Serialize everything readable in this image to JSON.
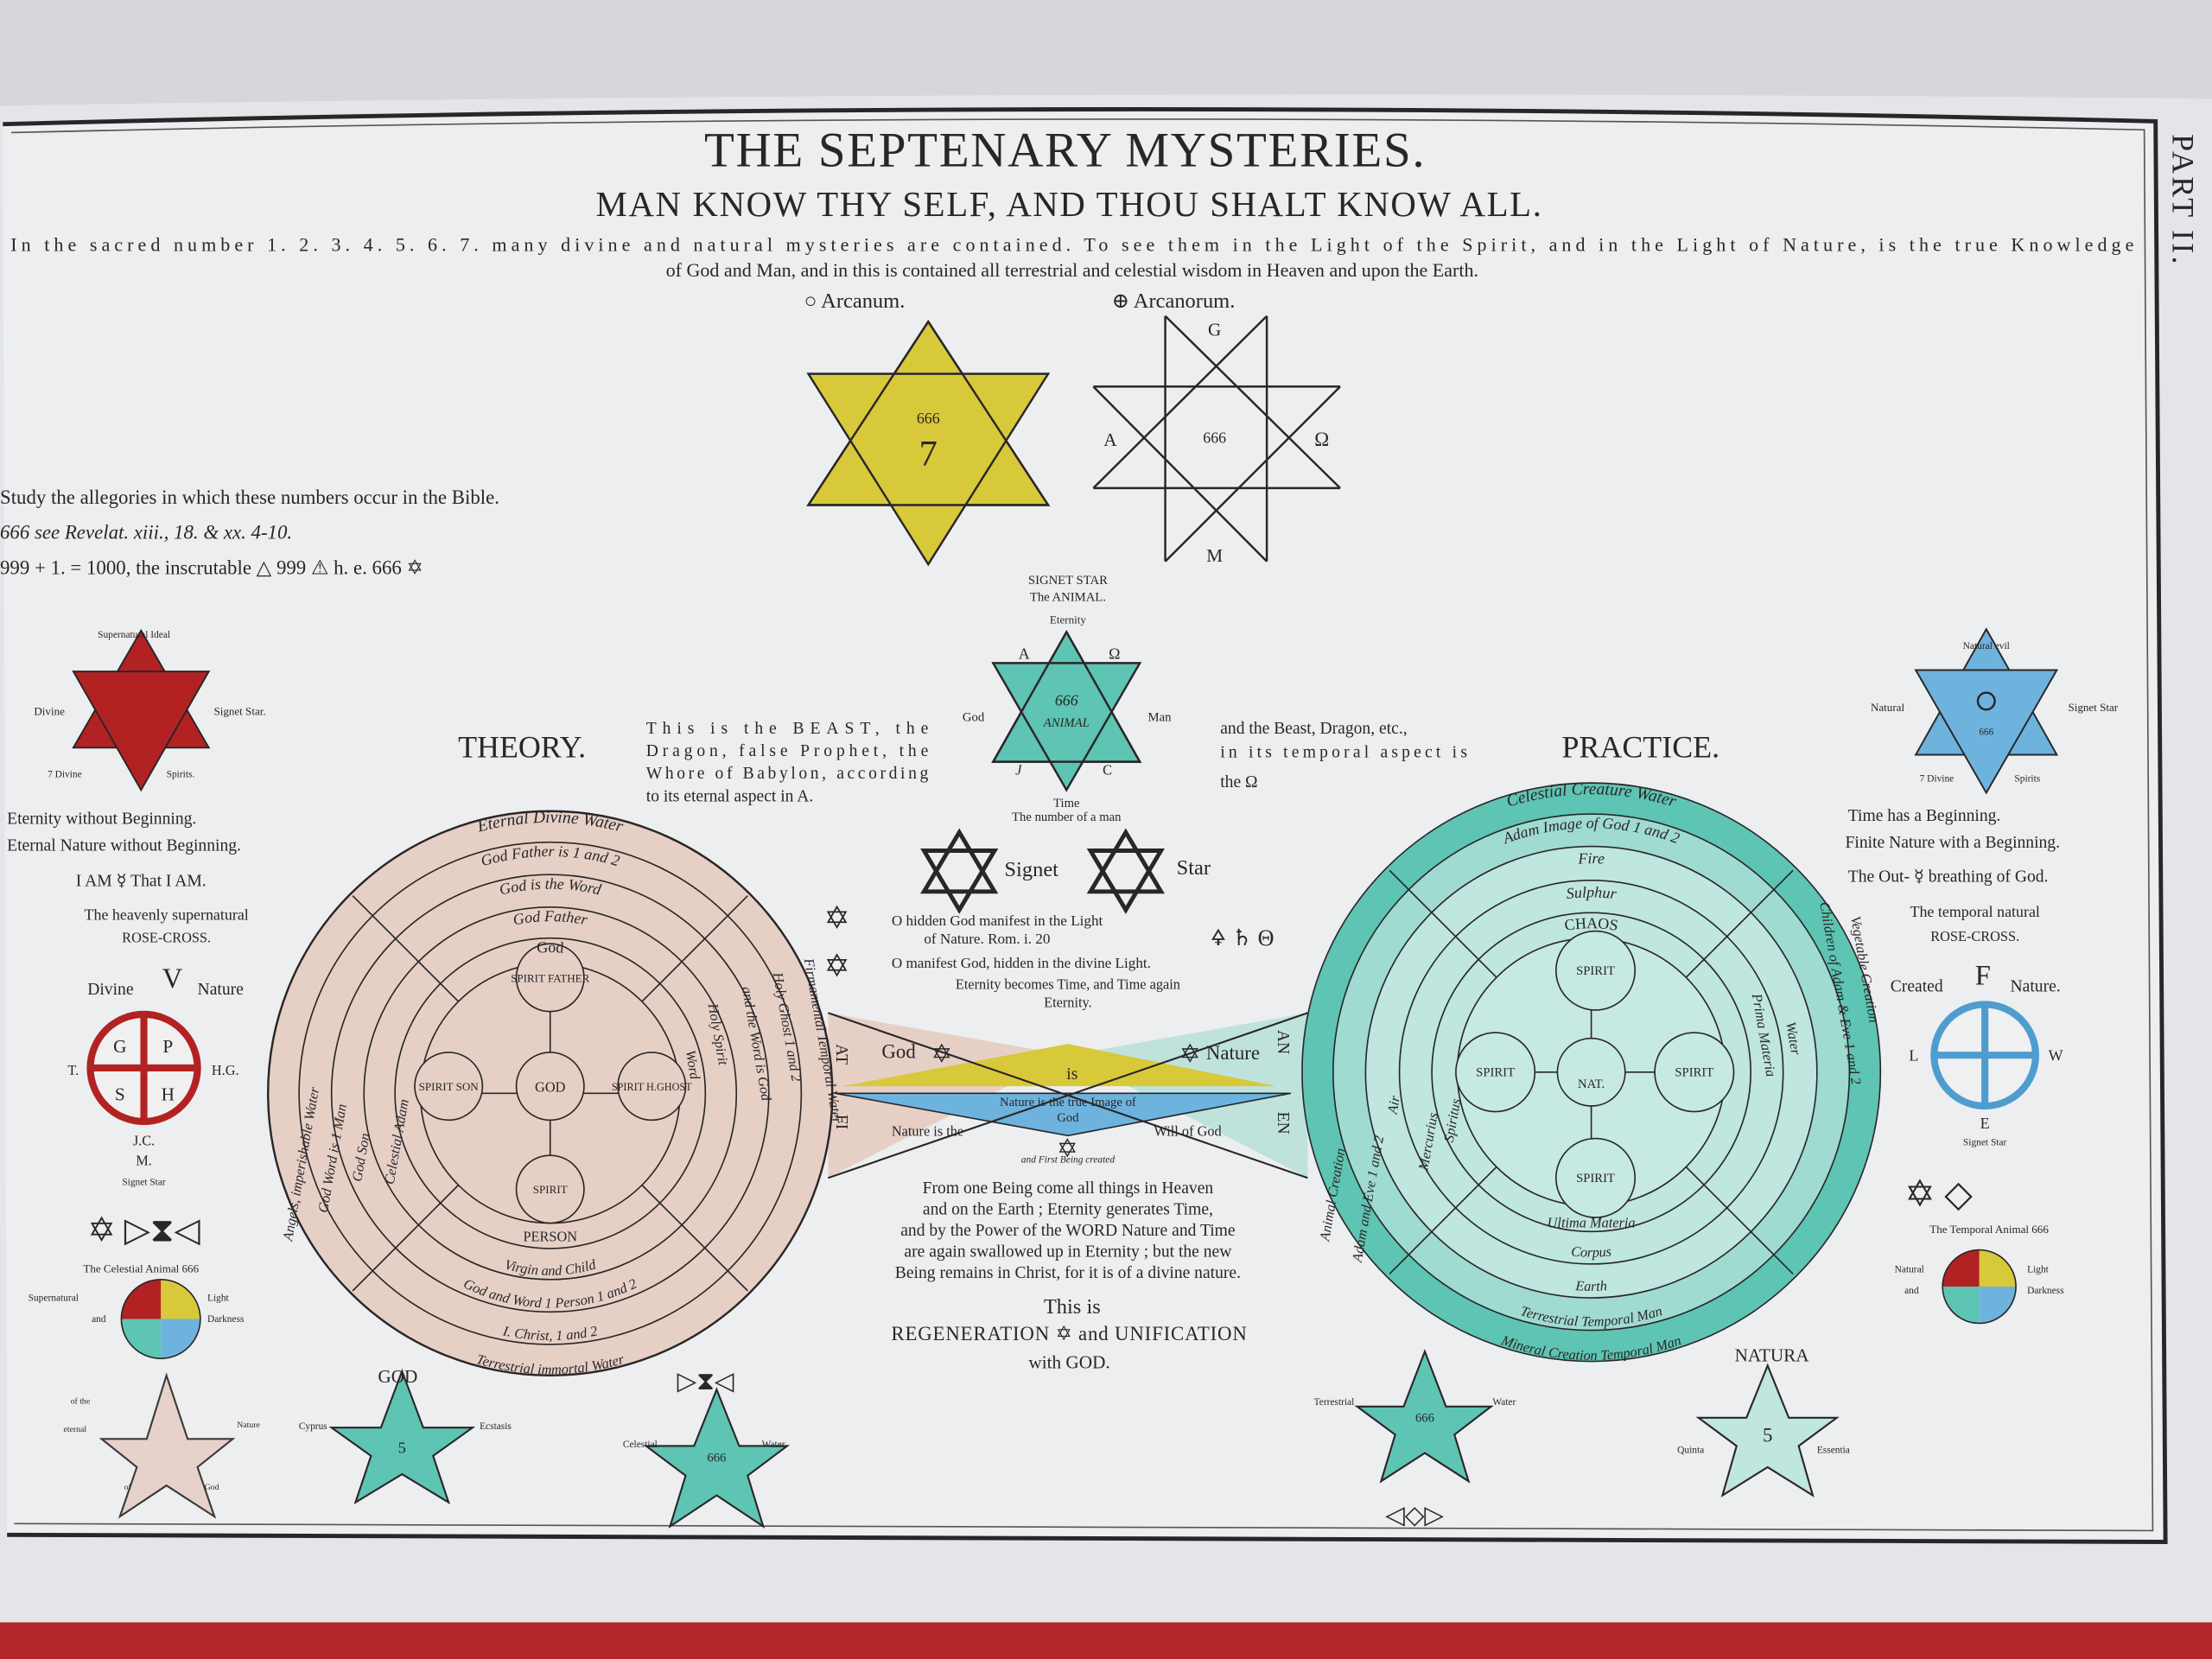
{
  "page": {
    "part_label": "PART II."
  },
  "header": {
    "title": "THE SEPTENARY MYSTERIES.",
    "subtitle": "MAN KNOW THY SELF, AND THOU SHALT KNOW ALL.",
    "intro_line1": "In the sacred number 1. 2. 3. 4. 5. 6. 7. many divine and natural mysteries are contained.  To see them in the Light of the Spirit, and in the Light of Nature, is the true Knowledge",
    "intro_line2": "of God and Man, and in this is contained all terrestrial and celestial wisdom in Heaven and upon the Earth."
  },
  "arcanum": {
    "label": "○ Arcanum.",
    "number": "666",
    "center": "7"
  },
  "arcanorum": {
    "label": "⊕ Arcanorum.",
    "top": "G",
    "left": "A",
    "right": "Ω",
    "bottom": "M",
    "center": "666"
  },
  "study": {
    "line1": "Study the allegories in which these numbers occur in the Bible.",
    "line2": "666 see Revelat. xiii., 18. & xx. 4-10.",
    "line3": "999 + 1. = 1000, the inscrutable △ 999 ⚠ h. e. 666 ✡"
  },
  "left_star": {
    "top": "Supernatural   Ideal",
    "left": "Divine",
    "right": "Signet Star.",
    "bottom_left": "7 Divine",
    "bottom_right": "Spirits.",
    "line1": "Eternity without Beginning.",
    "line2": "Eternal Nature without Beginning.",
    "line3": "I AM  ☿  That I AM.",
    "line4": "The heavenly supernatural",
    "line5": "ROSE-CROSS."
  },
  "signet_star": {
    "title": "SIGNET STAR",
    "subtitle": "The ANIMAL.",
    "top": "Eternity",
    "left": "God",
    "right": "Man",
    "bottom": "Time",
    "caption": "The number of a man",
    "center_number": "666",
    "center_word": "ANIMAL",
    "a": "A",
    "omega": "Ω",
    "j": "J",
    "c": "C"
  },
  "beast_text": {
    "line1": "This is the BEAST, the",
    "line2": "Dragon, false Prophet, the",
    "line3": "Whore of Babylon, according",
    "line4": "to its eternal aspect in A."
  },
  "dragon_text": {
    "line1": "and the Beast, Dragon, etc.,",
    "line2": "in its temporal aspect is",
    "line3": "the Ω"
  },
  "headings": {
    "theory": "THEORY.",
    "practice": "PRACTICE."
  },
  "right_star": {
    "top": "Natural   evil",
    "left": "Natural",
    "right": "Signet Star",
    "bottom_left": "7 Divine",
    "bottom_right": "Spirits",
    "center_number": "666",
    "line1": "Time has a Beginning.",
    "line2": "Finite Nature with a Beginning.",
    "line3": "The Out-  ☿  breathing of God.",
    "line4": "The temporal natural",
    "line5": "ROSE-CROSS."
  },
  "signet_pair": {
    "word1": "Signet",
    "word2": "Star"
  },
  "center_text": {
    "hidden_line1": "O hidden God manifest in the Light",
    "hidden_line2": "of Nature. Rom. i. 20",
    "manifest_line": "O manifest God, hidden in the divine Light.",
    "eternity_line1": "Eternity becomes Time, and Time again",
    "eternity_line2": "Eternity.",
    "symbols": "🜍 ♄ Θ"
  },
  "band": {
    "god": "God",
    "nature": "Nature",
    "is": "is",
    "image_line": "Nature is the true Image of",
    "image_god": "God",
    "nature_is_the": "Nature is the",
    "will_of_god": "Will of God",
    "first_being": "and First   Being created",
    "left_top": "AT",
    "left_bottom": "FI",
    "right_top": "AN",
    "right_bottom": "EN"
  },
  "from_text": {
    "line1": "From one Being come all things in Heaven",
    "line2": "and on the Earth ; Eternity generates Time,",
    "line3": "and by the Power of the WORD Nature and Time",
    "line4": "are again swallowed up in Eternity ; but the new",
    "line5": "Being remains in Christ, for it is of a divine nature."
  },
  "regeneration": {
    "line1": "This is",
    "line2": "REGENERATION ✡ and UNIFICATION",
    "line3": "with GOD."
  },
  "theory_circle": {
    "rings": [
      "Eternal Divine Water",
      "God Father is 1 and 2",
      "God is the Word",
      "God Father",
      "God"
    ],
    "bottom_rings": [
      "Terrestrial immortal Water",
      "I. Christ, 1 and 2",
      "God and Word 1 Person 1 and 2",
      "Virgin and Child",
      "PERSON"
    ],
    "left_rings": [
      "Angels, imperishable Water",
      "God Word is 1 Man",
      "God Son",
      "Celestial Adam"
    ],
    "right_rings": [
      "Firmamental Temporal Water",
      "Holy Ghost 1 and 2",
      "and the Word is God",
      "Holy Spirit",
      "Word"
    ],
    "spirit_father": "SPIRIT FATHER",
    "spirit_son": "SPIRIT SON",
    "god": "GOD",
    "spirit_holy_ghost": "SPIRIT H.GHOST",
    "spirit_bottom": "SPIRIT"
  },
  "practice_circle": {
    "rings": [
      "Celestial Creature Water",
      "Adam Image of God 1 and 2",
      "Fire",
      "Sulphur",
      "CHAOS"
    ],
    "bottom_rings": [
      "Mineral Creation Temporal Man",
      "Terrestrial Temporal Man",
      "Earth",
      "Corpus",
      "Ultima Materia"
    ],
    "left_rings": [
      "Animal Creation",
      "Adam and Eve 1 and 2",
      "Air",
      "Mercurius",
      "Spiritus"
    ],
    "right_rings": [
      "Vegetable Creation",
      "Children of Adam & Eve 1 and 2",
      "Water",
      "Prima Materia"
    ],
    "spirit_top": "SPIRIT",
    "spirit_left": "SPIRIT",
    "nat": "NAT.",
    "spirit_right": "SPIRIT",
    "spirit_bottom": "SPIRIT"
  },
  "left_column": {
    "divine": "Divine",
    "v": "V",
    "nature": "Nature",
    "cross": {
      "g": "G",
      "p": "P",
      "s": "S",
      "h": "H"
    },
    "t": "T.",
    "hg": "H.G.",
    "jc": "J.C.",
    "m": "M.",
    "signet": "Signet Star",
    "celestial_animal": "The Celestial Animal 666",
    "supernatural": "Supernatural",
    "light": "Light",
    "and": "and",
    "darkness": "Darkness",
    "of_the": "of the",
    "eternal": "eternal",
    "of": "of",
    "god": "God"
  },
  "right_column": {
    "created": "Created",
    "f": "F",
    "nature": "Nature.",
    "l": "L",
    "w": "W",
    "e": "E",
    "signet": "Signet Star",
    "temporal_animal": "The Temporal Animal 666",
    "natural": "Natural",
    "light": "Light",
    "and": "and",
    "darkness": "Darkness"
  },
  "pentagrams": {
    "god_label": "GOD",
    "god_left": "Cyprus",
    "god_right": "Ecstasis",
    "god_num": "5",
    "celestial": "Celestial",
    "water": "Water",
    "num_666": "666",
    "terrestrial": "Terrestrial",
    "water2": "Water",
    "num_6666": "666",
    "natura": "NATURA",
    "quinta": "Quinta",
    "essentia": "Essentia",
    "nat_num": "5"
  },
  "colors": {
    "yellow": "#d8c93a",
    "teal": "#5ec4b3",
    "pink": "#e6d0c6",
    "blue": "#6db3de",
    "red": "#b22222",
    "ink": "#2a2628",
    "paper": "#e4e5e7",
    "strip": "#b3262a"
  }
}
